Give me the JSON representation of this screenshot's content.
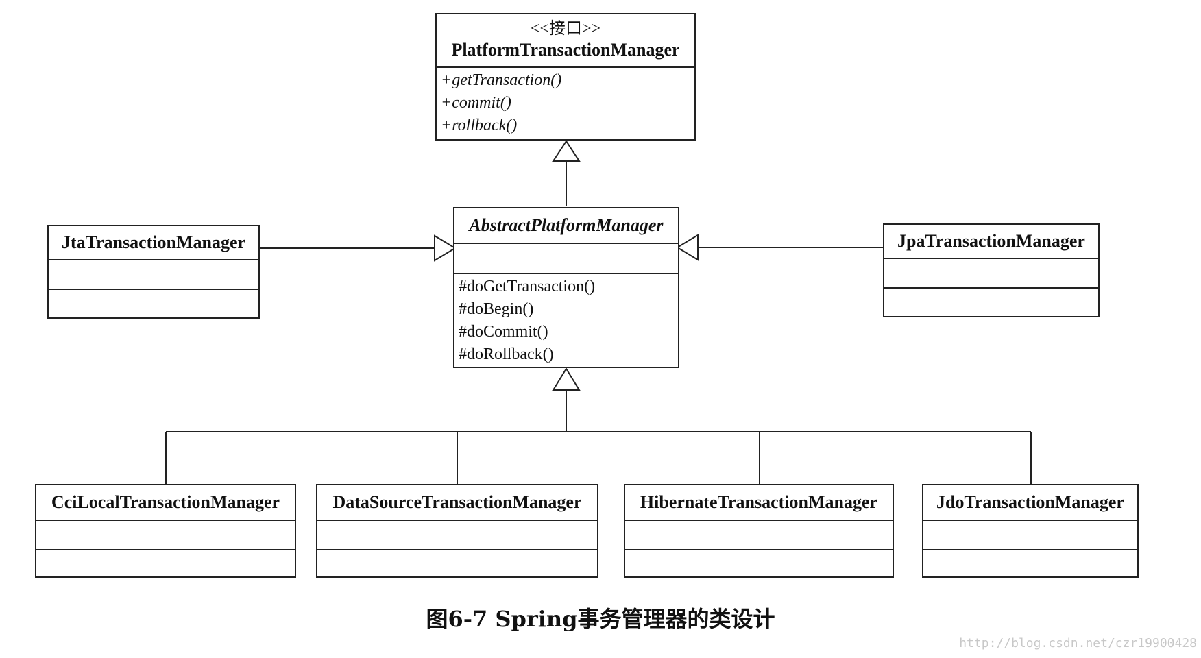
{
  "interface": {
    "stereotype": "<<接口>>",
    "name": "PlatformTransactionManager",
    "operations": [
      "+getTransaction()",
      "+commit()",
      "+rollback()"
    ]
  },
  "abstract": {
    "name": "AbstractPlatformManager",
    "operations": [
      "#doGetTransaction()",
      "#doBegin()",
      "#doCommit()",
      "#doRollback()"
    ]
  },
  "side_classes": {
    "left": "JtaTransactionManager",
    "right": "JpaTransactionManager"
  },
  "bottom_classes": [
    "CciLocalTransactionManager",
    "DataSourceTransactionManager",
    "HibernateTransactionManager",
    "JdoTransactionManager"
  ],
  "caption": "图6-7   Spring事务管理器的类设计",
  "watermark": "http://blog.csdn.net/czr19900428"
}
